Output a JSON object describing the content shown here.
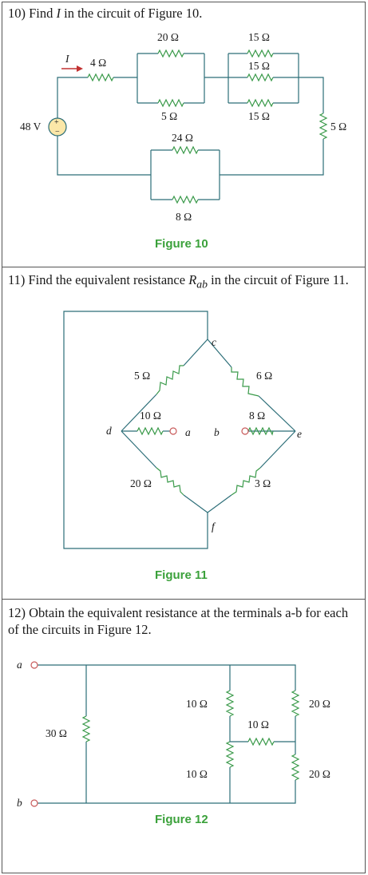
{
  "problems": [
    {
      "lead": "10) Find ",
      "var": "I",
      "trail": " in the circuit of Figure 10.",
      "figure": "Figure 10"
    },
    {
      "lead": "11) Find the equivalent resistance ",
      "var": "R",
      "sub": "ab",
      "trail": " in the circuit of Figure 11.",
      "figure": "Figure 11"
    },
    {
      "text": "12) Obtain the equivalent resistance at the terminals a-b for each of the circuits in Figure 12.",
      "figure": "Figure 12"
    }
  ],
  "fig10": {
    "current": "I",
    "source": "48 V",
    "r4": "4 Ω",
    "r20": "20 Ω",
    "r5a": "5 Ω",
    "r15a": "15 Ω",
    "r15b": "15 Ω",
    "r15c": "15 Ω",
    "r5b": "5 Ω",
    "r24": "24 Ω",
    "r8": "8 Ω"
  },
  "fig11": {
    "node_c": "c",
    "node_d": "d",
    "node_e": "e",
    "node_f": "f",
    "term_a": "a",
    "term_b": "b",
    "r5": "5 Ω",
    "r6": "6 Ω",
    "r10": "10 Ω",
    "r8": "8 Ω",
    "r20": "20 Ω",
    "r3": "3 Ω"
  },
  "fig12": {
    "term_a": "a",
    "term_b": "b",
    "r30": "30 Ω",
    "r10top": "10 Ω",
    "r10mid": "10 Ω",
    "r10bot": "10 Ω",
    "r20top": "20 Ω",
    "r20bot": "20 Ω"
  }
}
